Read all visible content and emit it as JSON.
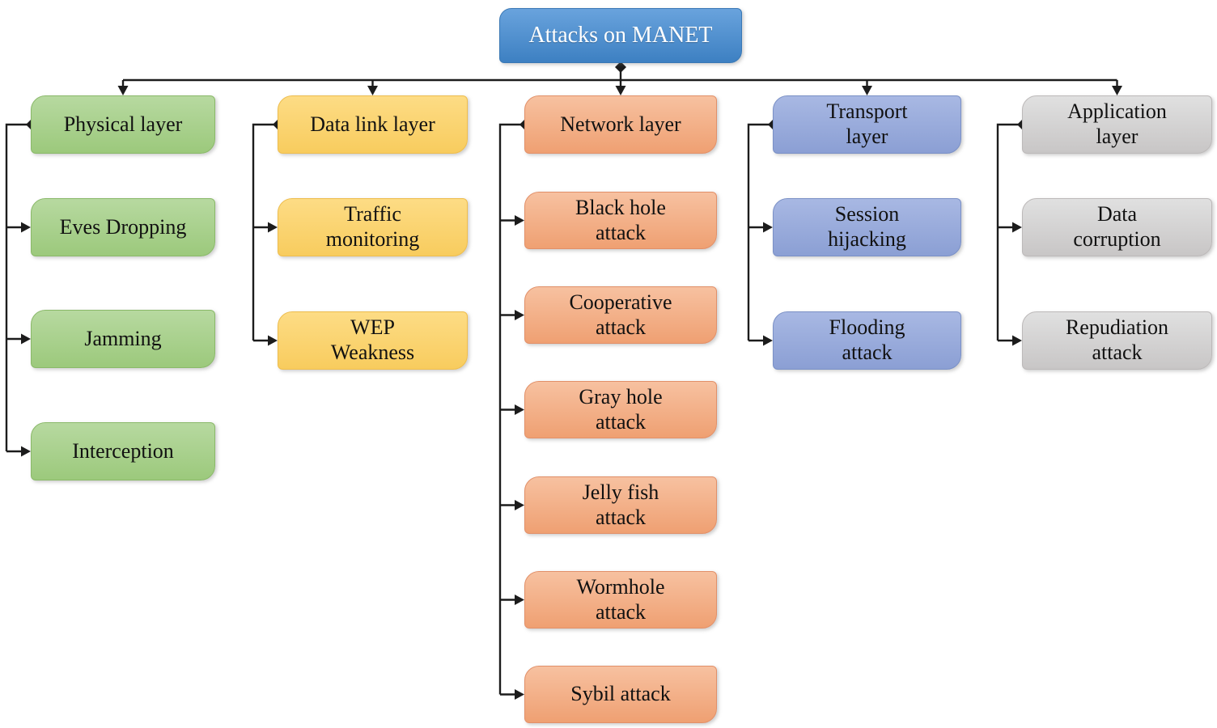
{
  "root": {
    "label": "Attacks on MANET"
  },
  "columns": [
    {
      "name": "physical-layer",
      "scheme": "green",
      "header": "Physical layer",
      "items": [
        "Eves Dropping",
        "Jamming",
        "Interception"
      ]
    },
    {
      "name": "data-link-layer",
      "scheme": "yellow",
      "header": "Data link layer",
      "items": [
        "Traffic\nmonitoring",
        "WEP\nWeakness"
      ]
    },
    {
      "name": "network-layer",
      "scheme": "orange",
      "header": "Network layer",
      "items": [
        "Black hole\nattack",
        "Cooperative\nattack",
        "Gray hole\nattack",
        "Jelly fish\nattack",
        "Wormhole\nattack",
        "Sybil attack"
      ]
    },
    {
      "name": "transport-layer",
      "scheme": "blue",
      "header": "Transport\nlayer",
      "items": [
        "Session\nhijacking",
        "Flooding\nattack"
      ]
    },
    {
      "name": "application-layer",
      "scheme": "gray",
      "header": "Application\nlayer",
      "items": [
        "Data\ncorruption",
        "Repudiation\nattack"
      ]
    }
  ],
  "colors": {
    "root_top": "#69a3dd",
    "root_bottom": "#3d80c2",
    "root_border": "#3a78b5",
    "root_text": "#ffffff",
    "green_top": "#b7d9a0",
    "green_bottom": "#9cc97c",
    "green_border": "#8ab969",
    "yellow_top": "#fddc85",
    "yellow_bottom": "#f8cc5e",
    "yellow_border": "#eebd4d",
    "orange_top": "#f7c1a0",
    "orange_bottom": "#efa072",
    "orange_border": "#e29069",
    "blue_top": "#a8b8e3",
    "blue_bottom": "#8b9fd4",
    "blue_border": "#7a90c6",
    "gray_top": "#e0e0e0",
    "gray_bottom": "#c8c6c6",
    "gray_border": "#bcb9b9",
    "line": "#1c1c1c",
    "text": "#111111"
  }
}
